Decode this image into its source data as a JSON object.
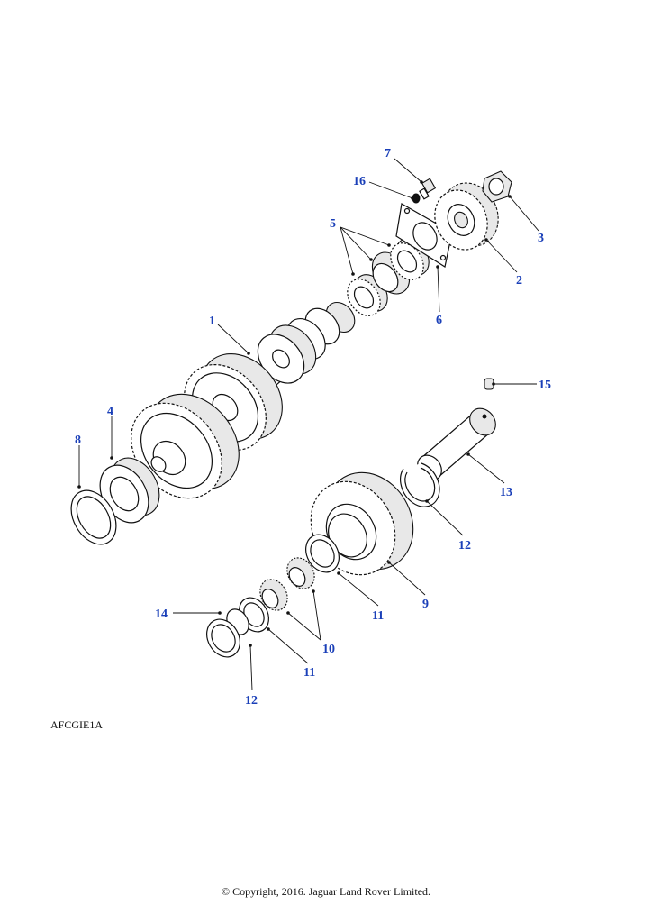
{
  "diagram": {
    "reference_code": "AFCGIE1A",
    "copyright": "© Copyright, 2016. Jaguar Land Rover Limited.",
    "callouts": [
      {
        "id": "c1",
        "label": "1"
      },
      {
        "id": "c2",
        "label": "2"
      },
      {
        "id": "c3",
        "label": "3"
      },
      {
        "id": "c4",
        "label": "4"
      },
      {
        "id": "c5",
        "label": "5"
      },
      {
        "id": "c6",
        "label": "6"
      },
      {
        "id": "c7",
        "label": "7"
      },
      {
        "id": "c8",
        "label": "8"
      },
      {
        "id": "c9",
        "label": "9"
      },
      {
        "id": "c10",
        "label": "10"
      },
      {
        "id": "c11a",
        "label": "11"
      },
      {
        "id": "c11b",
        "label": "11"
      },
      {
        "id": "c12a",
        "label": "12"
      },
      {
        "id": "c12b",
        "label": "12"
      },
      {
        "id": "c13",
        "label": "13"
      },
      {
        "id": "c14",
        "label": "14"
      },
      {
        "id": "c15",
        "label": "15"
      },
      {
        "id": "c16",
        "label": "16"
      }
    ],
    "colors": {
      "callout": "#1a3fb8",
      "line": "#111111",
      "background": "#ffffff"
    }
  }
}
